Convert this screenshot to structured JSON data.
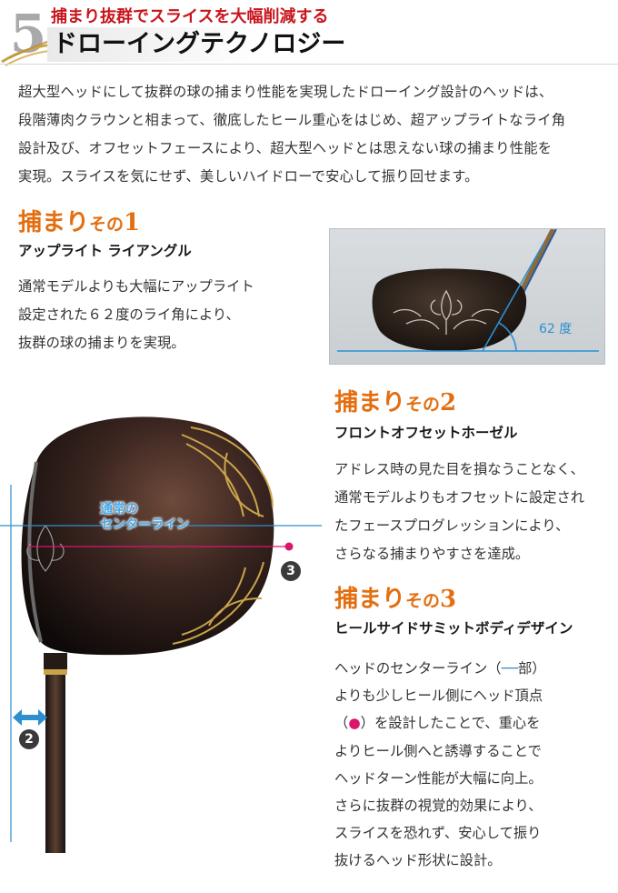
{
  "header": {
    "number": "5",
    "subtitle": "捕まり抜群でスライスを大幅削減する",
    "title": "ドローイングテクノロジー"
  },
  "intro": [
    "超大型ヘッドにして抜群の球の捕まり性能を実現したドローイング設計のヘッドは、",
    "段階薄肉クラウンと相まって、徹底したヒール重心をはじめ、超アップライトなライ角",
    "設計及び、オフセットフェースにより、超大型ヘッドとは思えない球の捕まり性能を",
    "実現。スライスを気にせず、美しいハイドローで安心して振り回せます。"
  ],
  "points": [
    {
      "head_main": "捕まり",
      "head_small": "その",
      "head_num": "1",
      "subtitle": "アップライト ライアングル",
      "body": [
        "通常モデルよりも大幅にアップライト",
        "設定された６２度のライ角により、",
        "抜群の球の捕まりを実現。"
      ]
    },
    {
      "head_main": "捕まり",
      "head_small": "その",
      "head_num": "2",
      "subtitle": "フロントオフセットホーゼル",
      "body": [
        "アドレス時の見た目を損なうことなく、",
        "通常モデルよりもオフセットに設定され",
        "たフェースプログレッションにより、",
        "さらなる捕まりやすさを達成。"
      ]
    },
    {
      "head_main": "捕まり",
      "head_small": "その",
      "head_num": "3",
      "subtitle": "ヒールサイドサミットボディデザイン",
      "body_line1_a": "ヘッドのセンターライン（",
      "body_line1_dash": "──",
      "body_line1_b": "部）",
      "body_line2": "よりも少しヒール側にヘッド頂点",
      "body_line3_a": "（",
      "body_line3_dot": "●",
      "body_line3_b": "）を設計したことで、重心を",
      "body_rest": [
        "よりヒール側へと誘導することで",
        "ヘッドターン性能が大幅に向上。",
        "さらに抜群の視覚的効果により、",
        "スライスを恐れず、安心して振り",
        "抜けるヘッド形状に設計。"
      ]
    }
  ],
  "images": {
    "lie_angle_label": "62 度",
    "center_line_label": [
      "通常の",
      "センターライン"
    ],
    "badge_3": "3",
    "badge_2": "2"
  },
  "colors": {
    "subtitle_red": "#c8161d",
    "point_orange": "#e36f11",
    "guide_blue": "#2d8fd0",
    "summit_pink": "#d9166b"
  }
}
